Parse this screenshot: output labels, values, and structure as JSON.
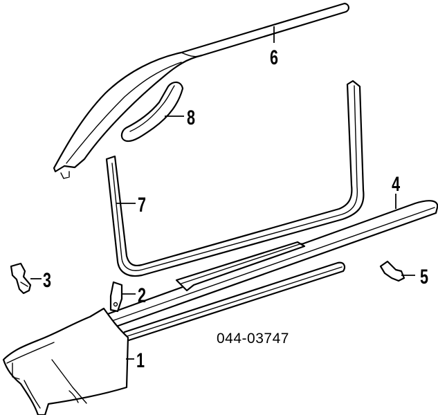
{
  "diagram": {
    "reference_code": "044-03747",
    "callouts": [
      {
        "id": "1",
        "label": "1"
      },
      {
        "id": "2",
        "label": "2"
      },
      {
        "id": "3",
        "label": "3"
      },
      {
        "id": "4",
        "label": "4"
      },
      {
        "id": "5",
        "label": "5"
      },
      {
        "id": "6",
        "label": "6"
      },
      {
        "id": "7",
        "label": "7"
      },
      {
        "id": "8",
        "label": "8"
      }
    ]
  }
}
